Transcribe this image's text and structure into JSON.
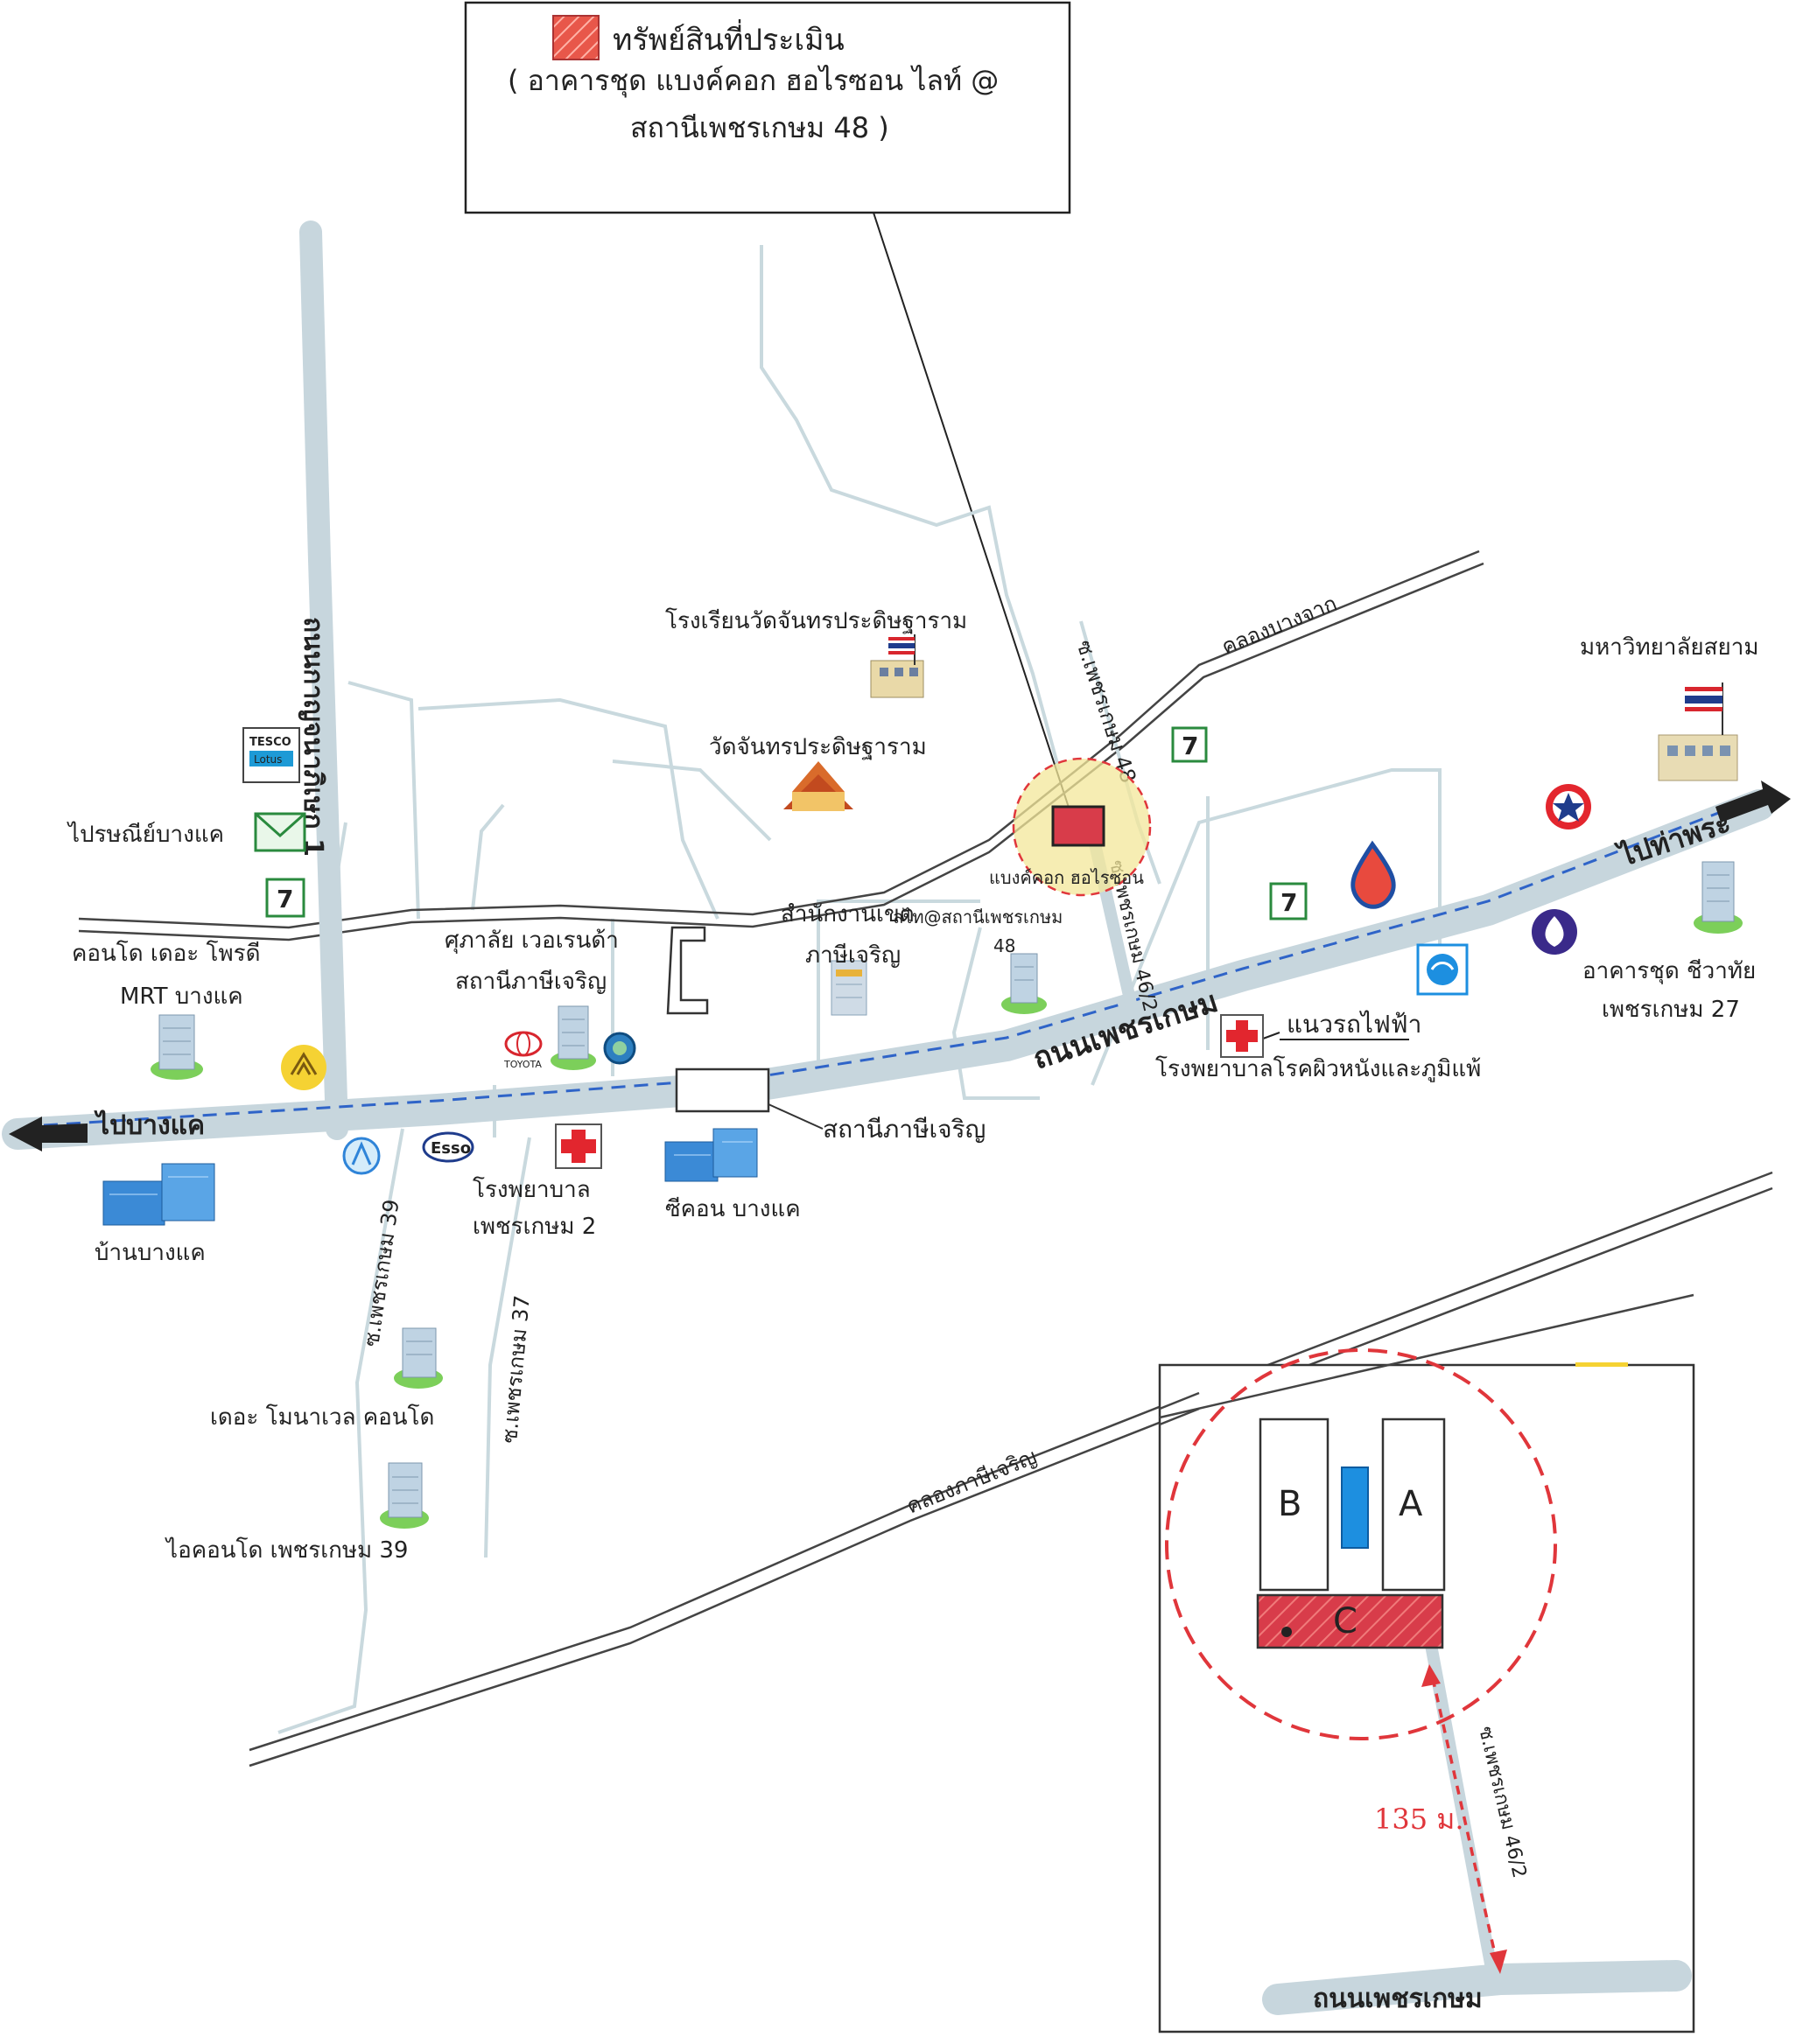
{
  "legend": {
    "title": "ทรัพย์สินที่ประเมิน",
    "line2": "( อาคารชุด แบงค์คอก ฮอไรซอน ไลท์ @",
    "line3": "สถานีเพชรเกษม 48 )",
    "swatch_color": "#e8574a"
  },
  "roads": {
    "phetkasem_main": "ถนนเพชรเกษม",
    "kanchanaphisek": "ถนนกาญจนาภิเษก 1",
    "soi_48": "ซ.เพชรเกษม 48",
    "soi_46_2": "ซ.เพชรเกษม 46/2",
    "soi_39": "ซ.เพชรเกษม 39",
    "soi_37": "ซ.เพชรเกษม 37",
    "canal_bangchak": "คลองบางจาก",
    "canal_phasi": "คลองภาษีเจริญ",
    "to_bangkhae": "ไปบางแค",
    "to_thaphra": "ไปท่าพระ",
    "mrt_line": "แนวรถไฟฟ้า"
  },
  "landmarks": {
    "school": "โรงเรียนวัดจันทรประดิษฐาราม",
    "temple": "วัดจันทรประดิษฐาราม",
    "university": "มหาวิทยาลัยสยาม",
    "post_office": "ไปรษณีย์บางแค",
    "condo_primo_l1": "คอนโด เดอะ โพรดี",
    "condo_primo_l2": "MRT บางแค",
    "market_l1": "ศุภาลัย เวอเรนด้า",
    "market_l2": "สถานีภาษีเจริญ",
    "district_l1": "สำนักงานเขต",
    "district_l2": "ภาษีเจริญ",
    "subject_label": "แบงค์คอก ฮอไรซอน",
    "subject_l2": "ลไท@สถานีเพชรเกษม",
    "subject_l3": "48",
    "condo_chewathai_l1": "อาคารชุด ชีวาทัย",
    "condo_chewathai_l2": "เพชรเกษม 27",
    "skin_hospital": "โรงพยาบาลโรคผิวหนังและภูมิแพ้",
    "station": "สถานีภาษีเจริญ",
    "hospital_l1": "โรงพยาบาล",
    "hospital_l2": "เพชรเกษม 2",
    "seacon": "ซีคอน บางแค",
    "ban_bangkhae": "บ้านบางแค",
    "monaville": "เดอะ โมนาเวล คอนโด",
    "icondo": "ไอคอนโด เพชรเกษม 39",
    "tesco_1": "TESCO",
    "tesco_2": "Lotus",
    "esso": "Esso",
    "toyota": "TOYOTA"
  },
  "inset": {
    "building_a": "A",
    "building_b": "B",
    "building_c": "C",
    "distance": "135 ม.",
    "road": "ถนนเพชรเกษม",
    "soi": "ซ.เพชรเกษม 46/2"
  },
  "colors": {
    "road": "#c7d6dd",
    "subject": "#e8574a",
    "mrt_line": "#2f64c8",
    "circle": "#f3e79a",
    "dashed_red": "#e0363b",
    "bts_blue": "#1d8fe0"
  }
}
